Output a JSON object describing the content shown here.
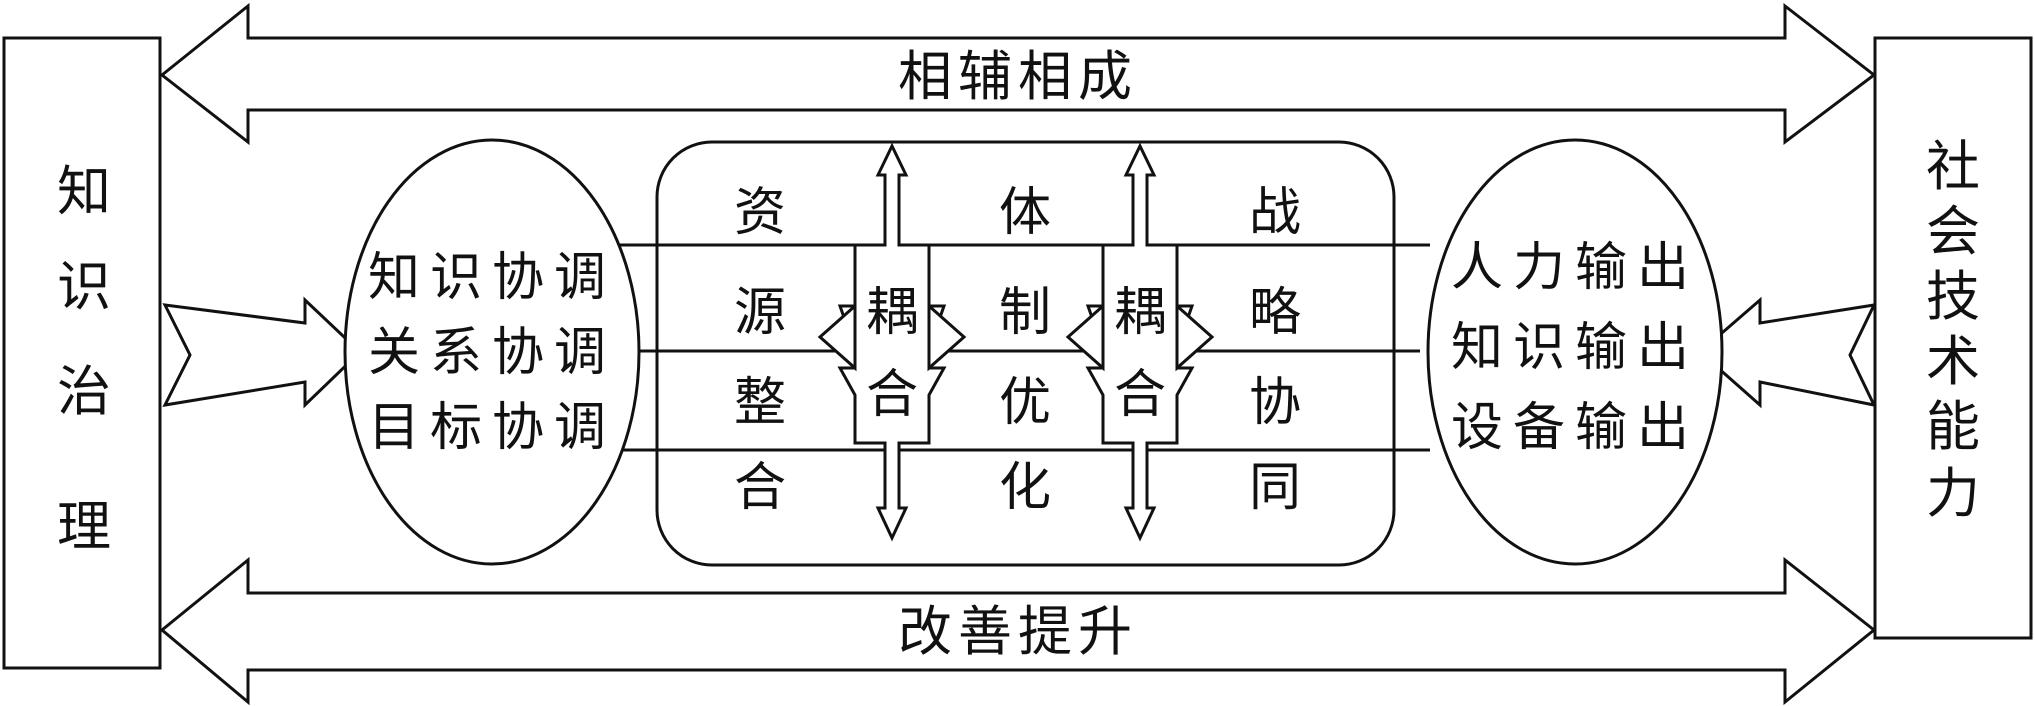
{
  "left_box": {
    "label": "知识治理"
  },
  "right_box": {
    "label": "社会技术能力"
  },
  "top_arrow": {
    "label": "相辅相成"
  },
  "bottom_arrow": {
    "label": "改善提升"
  },
  "left_ellipse": {
    "lines": [
      "知识协调",
      "关系协调",
      "目标协调"
    ]
  },
  "right_ellipse": {
    "lines": [
      "人力输出",
      "知识输出",
      "设备输出"
    ]
  },
  "center_columns": [
    {
      "label": "资源整合"
    },
    {
      "label": "体制优化"
    },
    {
      "label": "战略协同"
    }
  ],
  "coupling_labels": [
    {
      "top": "耦",
      "bottom": "合"
    },
    {
      "top": "耦",
      "bottom": "合"
    }
  ]
}
